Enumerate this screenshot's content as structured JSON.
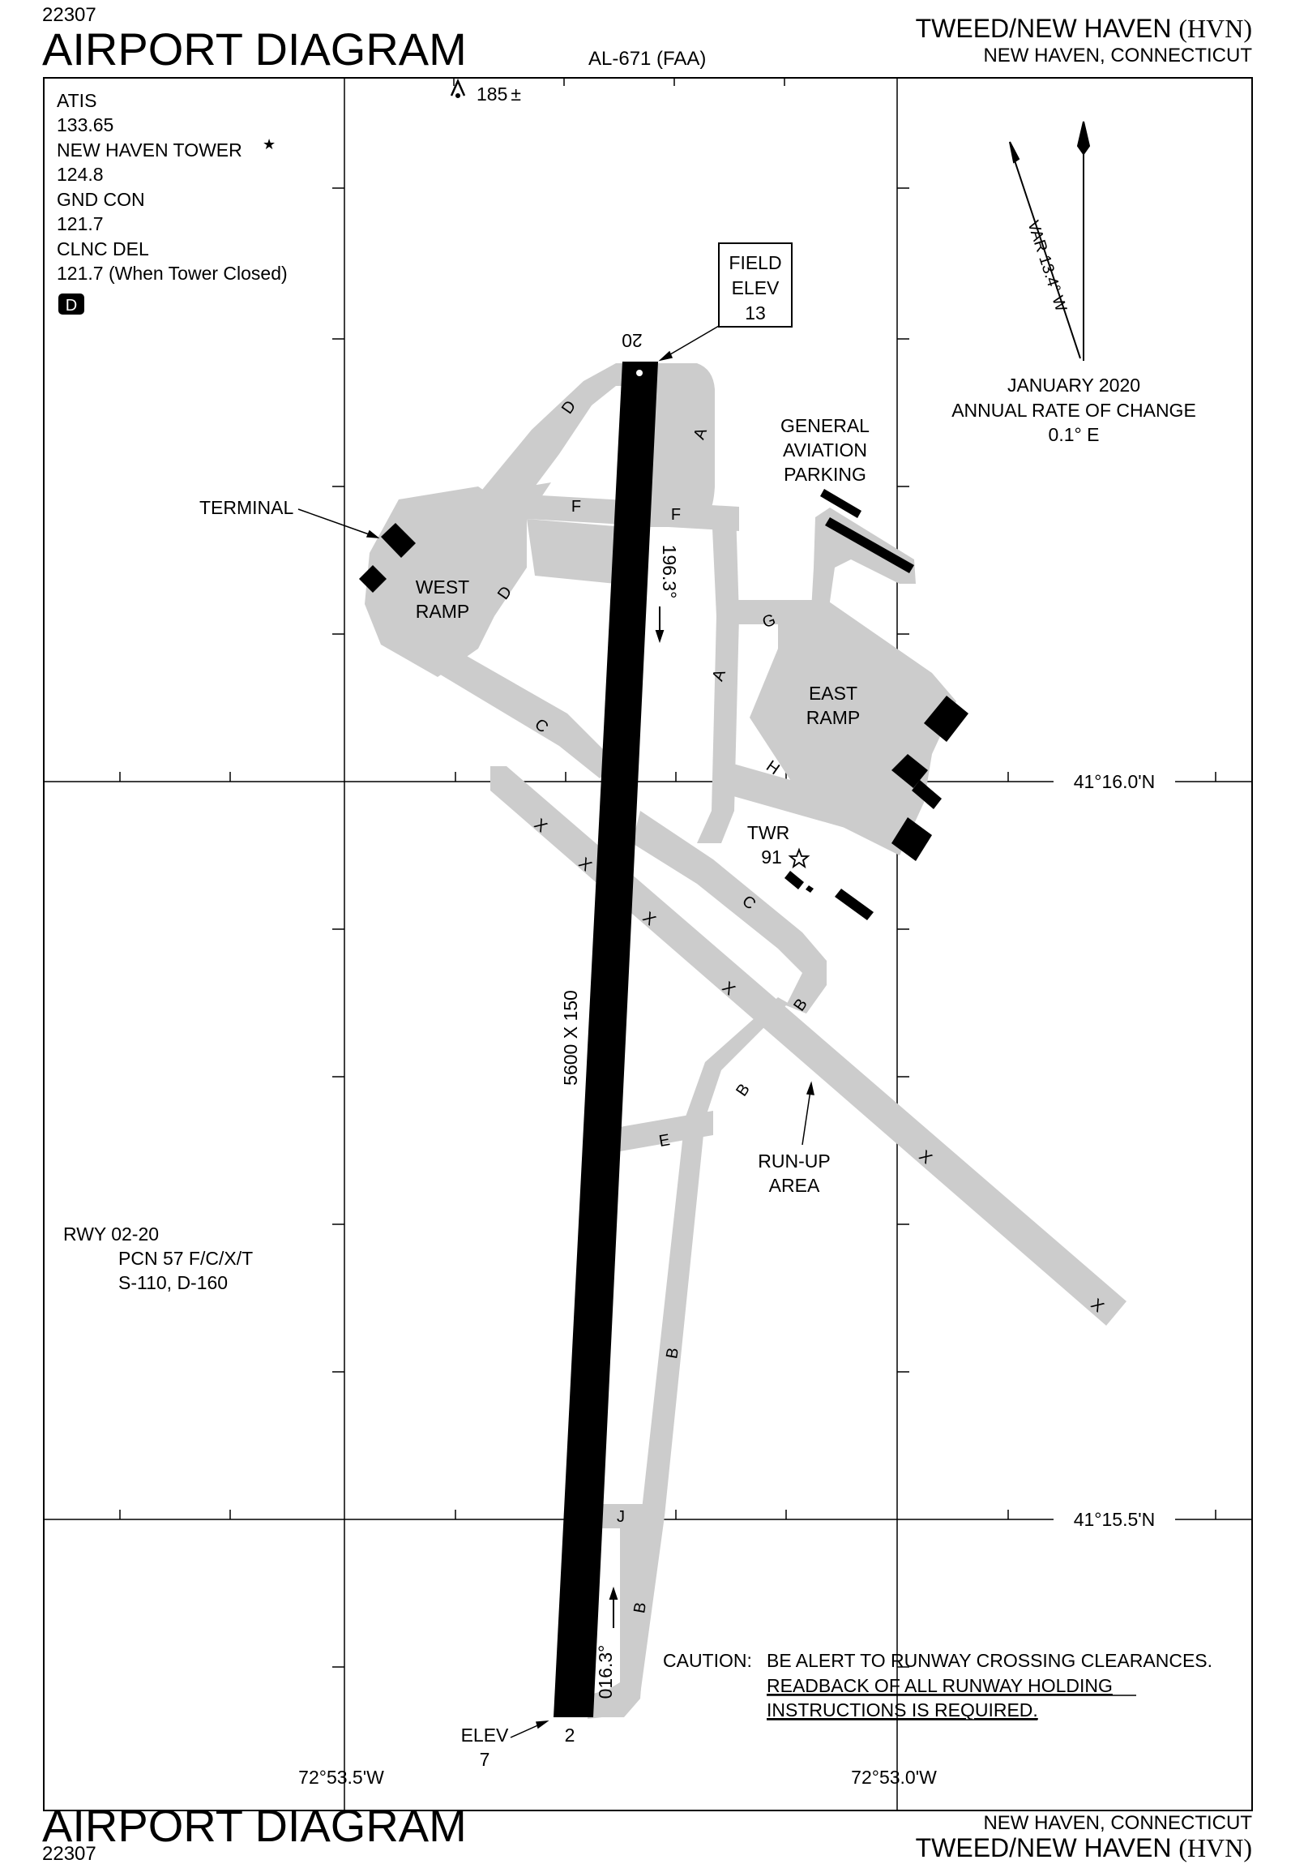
{
  "header": {
    "chart_number": "22307",
    "title": "AIRPORT DIAGRAM",
    "procedure_id": "AL-671 (FAA)",
    "airport_name": "TWEED/NEW HAVEN",
    "airport_id": "(HVN)",
    "location": "NEW HAVEN, CONNECTICUT"
  },
  "footer": {
    "chart_number": "22307",
    "title": "AIRPORT DIAGRAM",
    "airport_name": "TWEED/NEW HAVEN",
    "airport_id": "(HVN)",
    "location": "NEW HAVEN, CONNECTICUT"
  },
  "frequencies": [
    {
      "name": "ATIS",
      "value": "133.65"
    },
    {
      "name": "NEW HAVEN TOWER",
      "value": "124.8"
    },
    {
      "name": "GND CON",
      "value": "121.7"
    },
    {
      "name": "CLNC DEL",
      "value": "121.7 (When Tower Closed)"
    }
  ],
  "tower_star": "★",
  "airspace_class": "D",
  "obstacle": "185",
  "obstacle_tolerance": "±",
  "field_elev": {
    "line1": "FIELD",
    "line2": "ELEV",
    "value": "13"
  },
  "magnetic": {
    "variation": "VAR 13.4° W",
    "date": "JANUARY 2020",
    "rate_label": "ANNUAL RATE OF CHANGE",
    "rate_value": "0.1° E"
  },
  "runway": {
    "id": "RWY 02-20",
    "end_north": "20",
    "end_south": "2",
    "dimensions": "5600 X 150",
    "heading_north": "016.3°",
    "heading_south": "196.3°",
    "south_elev_label": "ELEV",
    "south_elev_value": "7",
    "pcn": "PCN 57 F/C/X/T",
    "strength": "S-110, D-160"
  },
  "labels": {
    "terminal": "TERMINAL",
    "west_ramp_1": "WEST",
    "west_ramp_2": "RAMP",
    "east_ramp_1": "EAST",
    "east_ramp_2": "RAMP",
    "ga_1": "GENERAL",
    "ga_2": "AVIATION",
    "ga_3": "PARKING",
    "twr": "TWR",
    "twr_height": "91",
    "runup_1": "RUN-UP",
    "runup_2": "AREA"
  },
  "taxiways": {
    "A": "A",
    "B": "B",
    "C": "C",
    "D": "D",
    "E": "E",
    "F": "F",
    "G": "G",
    "H": "H",
    "J": "J",
    "X": "X"
  },
  "coordinates": {
    "lat_north": "41°16.0'N",
    "lat_south": "41°15.5'N",
    "lon_west": "72°53.5'W",
    "lon_east": "72°53.0'W"
  },
  "caution": {
    "lead": "CAUTION:",
    "line1": "BE ALERT TO RUNWAY CROSSING CLEARANCES.",
    "line2": "READBACK OF ALL RUNWAY HOLDING",
    "line3": "INSTRUCTIONS IS REQUIRED."
  }
}
